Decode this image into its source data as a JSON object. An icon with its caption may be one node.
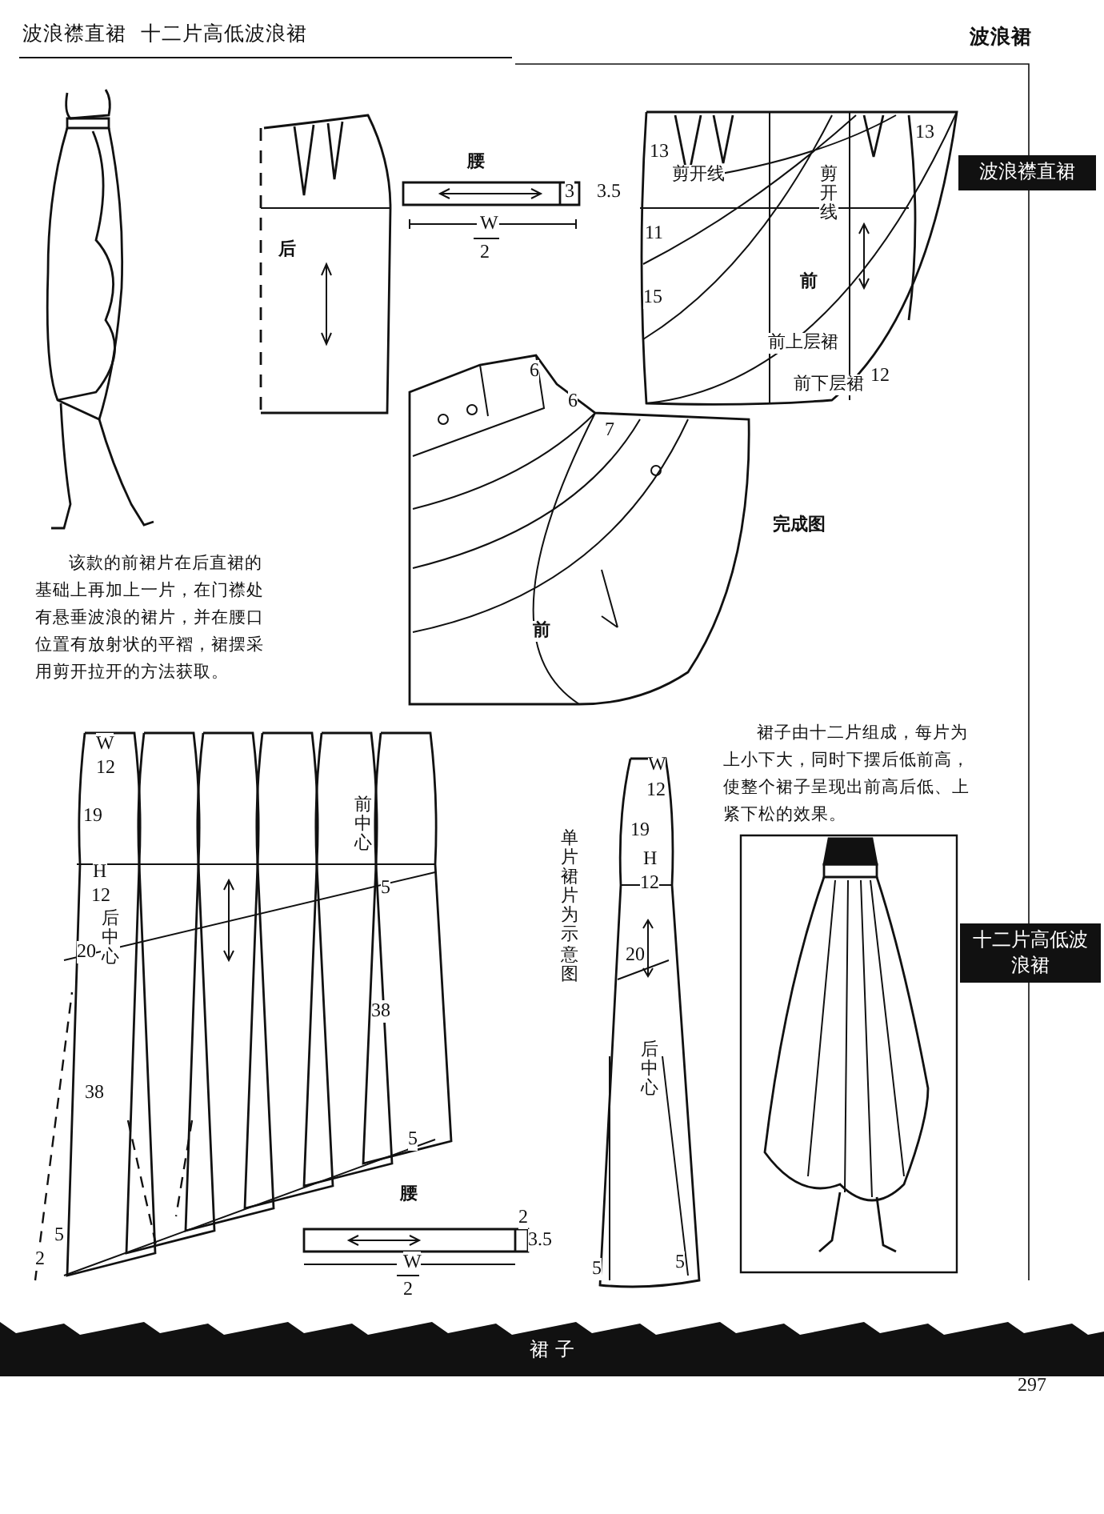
{
  "diagram": {
    "nodes": [
      {
        "text": [
          "波浪襟直裙"
        ]
      },
      {
        "text": [
          "十二片高低波浪裙"
        ]
      },
      {
        "text": [
          "裙 子"
        ]
      }
    ],
    "edges": [],
    "labels": [
      "波浪襟直裙",
      "十二片高低波浪裙",
      "波浪裙",
      "后",
      "腰",
      "3",
      "3.5",
      "W",
      "2",
      "13",
      "13",
      "剪开线",
      "剪开线",
      "11",
      "15",
      "前",
      "前上层裙",
      "6",
      "前下层裙",
      "12",
      "6",
      "7",
      "完成图",
      "前",
      "该款的前裙片在后直裙的基础上再加上一片，在门襟处有悬垂波浪的裙片，并在腰口位置有放射状的平褶，裙摆采用剪开拉开的方法获取。",
      "裙子由十二片组成，每片为上小下大，同时下摆后低前高，使整个裙子呈现出前高后低、上紧下松的效果。",
      "W",
      "12",
      "19",
      "H",
      "12",
      "后中心",
      "20",
      "前中心",
      "5",
      "38",
      "38",
      "5",
      "5",
      "2",
      "腰",
      "2",
      "3.5",
      "W",
      "2",
      "单片裙片为示意图",
      "W",
      "12",
      "19",
      "H",
      "12",
      "20",
      "后中心",
      "5",
      "5",
      "297"
    ]
  }
}
